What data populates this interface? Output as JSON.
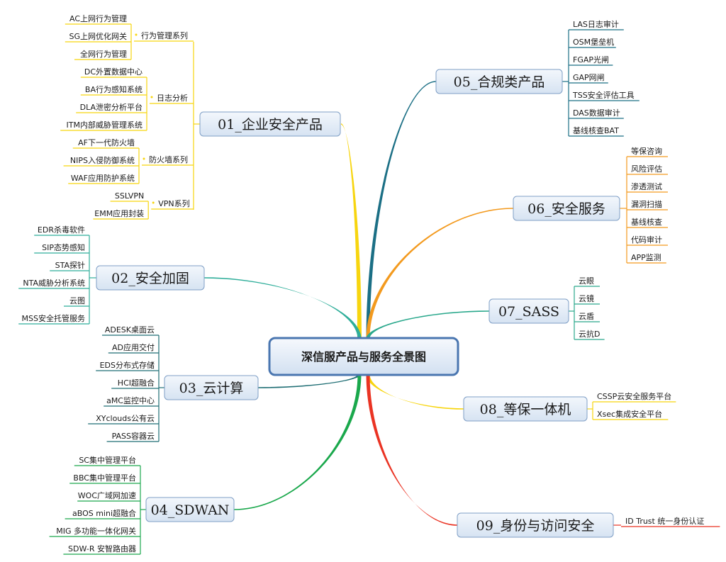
{
  "root": {
    "label": "深信服产品与服务全景图"
  },
  "branches": [
    {
      "id": "b01",
      "label": "01_企业安全产品",
      "color": "#f7d50f",
      "groups": [
        {
          "label": "行为管理系列",
          "items": [
            "AC上网行为管理",
            "SG上网优化网关",
            "全网行为管理"
          ]
        },
        {
          "label": "日志分析",
          "items": [
            "DC外置数据中心",
            "BA行为感知系统",
            "DLA泄密分析平台",
            "ITM内部威胁管理系统"
          ]
        },
        {
          "label": "防火墙系列",
          "items": [
            "AF下一代防火墙",
            "NIPS入侵防御系统",
            "WAF应用防护系统"
          ]
        },
        {
          "label": "VPN系列",
          "items": [
            "SSLVPN",
            "EMM应用封装"
          ]
        }
      ]
    },
    {
      "id": "b02",
      "label": "02_安全加固",
      "color": "#2fae9a",
      "items": [
        "EDR杀毒软件",
        "SIP态势感知",
        "STA探针",
        "NTA威胁分析系统",
        "云图",
        "MSS安全托管服务"
      ]
    },
    {
      "id": "b03",
      "label": "03_云计算",
      "color": "#1f6e74",
      "items": [
        "ADESK桌面云",
        "AD应用交付",
        "EDS分布式存储",
        "HCI超融合",
        "aMC监控中心",
        "XYclouds公有云",
        "PASS容器云"
      ]
    },
    {
      "id": "b04",
      "label": "04_SDWAN",
      "color": "#1aa84c",
      "items": [
        "SC集中管理平台",
        "BBC集中管理平台",
        "WOC广域网加速",
        "aBOS mini超融合",
        "MIG 多功能一体化网关",
        "SDW-R 安智路由器"
      ]
    },
    {
      "id": "b05",
      "label": "05_合规类产品",
      "color": "#1b6f85",
      "items": [
        "LAS日志审计",
        "OSM堡垒机",
        "FGAP光闸",
        "GAP网闸",
        "TSS安全评估工具",
        "DAS数据审计",
        "基线核查BAT"
      ]
    },
    {
      "id": "b06",
      "label": "06_安全服务",
      "color": "#f39a1e",
      "items": [
        "等保咨询",
        "风险评估",
        "渗透测试",
        "漏洞扫描",
        "基线核查",
        "代码审计",
        "APP监测"
      ]
    },
    {
      "id": "b07",
      "label": "07_SASS",
      "color": "#2aa88c",
      "items": [
        "云眼",
        "云镜",
        "云盾",
        "云抗D"
      ]
    },
    {
      "id": "b08",
      "label": "08_等保一体机",
      "color": "#f7d50f",
      "items": [
        "CSSP云安全服务平台",
        "Xsec集成安全平台"
      ]
    },
    {
      "id": "b09",
      "label": "09_身份与访问安全",
      "color": "#ea3323",
      "items": [
        "ID Trust 统一身份认证"
      ]
    }
  ]
}
